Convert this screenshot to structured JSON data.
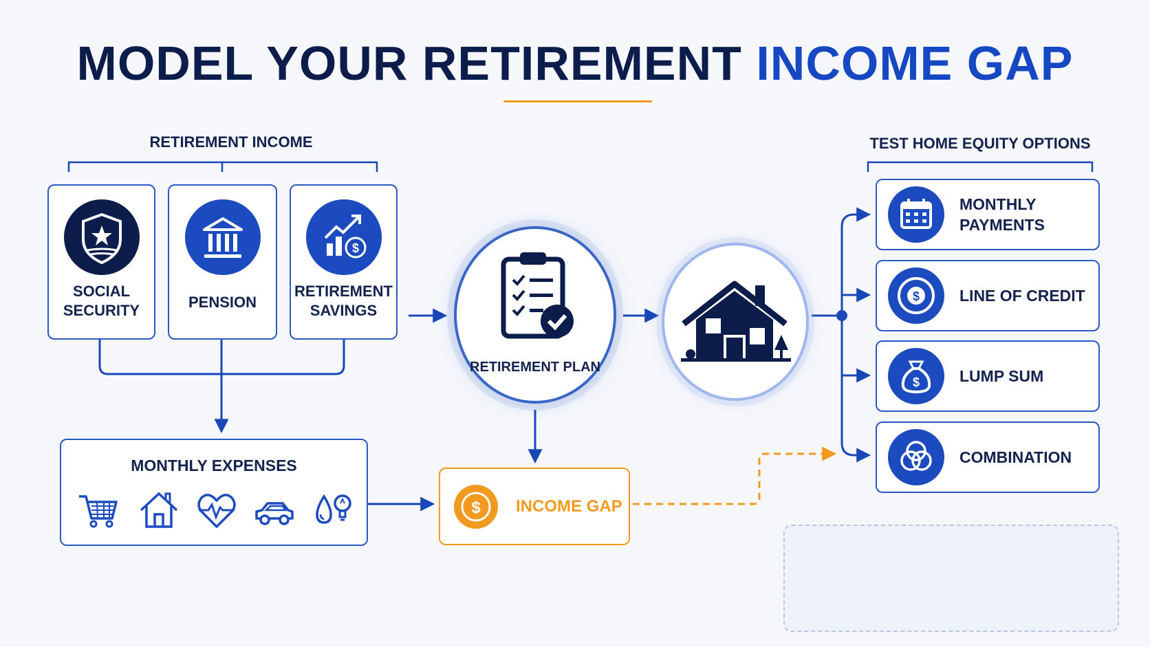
{
  "title": {
    "main": "MODEL YOUR RETIREMENT",
    "accent": "INCOME GAP"
  },
  "colors": {
    "navy": "#0d1d4b",
    "blue": "#1b4bbf",
    "orange": "#f29a1f",
    "line": "#1a47b8"
  },
  "retirement_income": {
    "label": "RETIREMENT INCOME",
    "items": [
      {
        "label": "SOCIAL SECURITY",
        "line1": "SOCIAL",
        "line2": "SECURITY",
        "icon": "shield-star-icon"
      },
      {
        "label": "PENSION",
        "line1": "PENSION",
        "icon": "bank-building-icon"
      },
      {
        "label": "RETIREMENT SAVINGS",
        "line1": "RETIREMENT",
        "line2": "SAVINGS",
        "icon": "growth-chart-dollar-icon"
      }
    ]
  },
  "retirement_plan": {
    "label": "RETIREMENT PLAN",
    "icon": "clipboard-check-icon"
  },
  "home": {
    "icon": "house-icon"
  },
  "monthly_expenses": {
    "label": "MONTHLY EXPENSES",
    "icons": [
      "shopping-cart-icon",
      "home-icon",
      "heart-pulse-icon",
      "car-icon",
      "utilities-icon"
    ]
  },
  "income_gap": {
    "label": "INCOME GAP",
    "icon": "dollar-coin-icon"
  },
  "home_equity_options": {
    "label": "TEST HOME EQUITY OPTIONS",
    "items": [
      {
        "line1": "MONTHLY",
        "line2": "PAYMENTS",
        "icon": "calendar-icon"
      },
      {
        "line1": "LINE OF CREDIT",
        "icon": "dollar-cycle-icon"
      },
      {
        "line1": "LUMP SUM",
        "icon": "money-bag-icon"
      },
      {
        "line1": "COMBINATION",
        "icon": "overlap-circles-icon"
      }
    ]
  }
}
